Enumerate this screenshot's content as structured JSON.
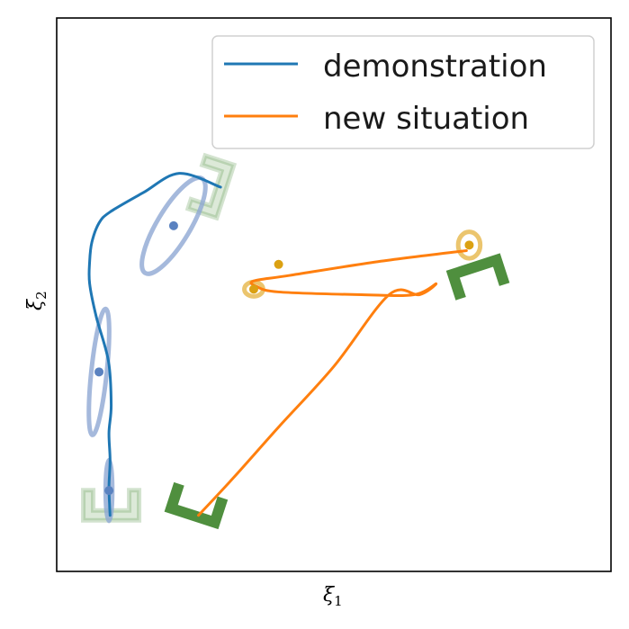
{
  "chart_data": {
    "type": "line",
    "title": "",
    "xlabel": {
      "symbol": "ξ",
      "subscript": "1"
    },
    "ylabel": {
      "symbol": "ξ",
      "subscript": "2"
    },
    "xlim": [
      0,
      10
    ],
    "ylim": [
      0,
      10
    ],
    "ticks": "none",
    "grid": false,
    "legend": {
      "position": "top-right",
      "entries": [
        {
          "label": "demonstration",
          "color": "#1f77b4"
        },
        {
          "label": "new situation",
          "color": "#ff7f0e"
        }
      ]
    },
    "series": [
      {
        "name": "demonstration",
        "color": "#1f77b4",
        "points": [
          [
            0.95,
            1.0
          ],
          [
            0.93,
            1.5
          ],
          [
            0.95,
            2.0
          ],
          [
            0.93,
            2.5
          ],
          [
            0.97,
            3.0
          ],
          [
            0.92,
            3.8
          ],
          [
            0.7,
            4.6
          ],
          [
            0.58,
            5.2
          ],
          [
            0.58,
            5.6
          ],
          [
            0.62,
            5.95
          ],
          [
            0.75,
            6.3
          ],
          [
            0.95,
            6.5
          ],
          [
            1.55,
            6.85
          ],
          [
            2.2,
            7.2
          ],
          [
            2.95,
            6.95
          ]
        ]
      },
      {
        "name": "new situation",
        "color": "#ff7f0e",
        "points": [
          [
            2.55,
            1.0
          ],
          [
            3.2,
            1.7
          ],
          [
            4.0,
            2.6
          ],
          [
            5.0,
            3.7
          ],
          [
            6.0,
            5.0
          ],
          [
            6.55,
            5.0
          ],
          [
            6.85,
            5.2
          ],
          [
            6.45,
            5.0
          ],
          [
            5.5,
            5.0
          ],
          [
            4.0,
            5.05
          ],
          [
            3.6,
            5.15
          ],
          [
            3.55,
            5.25
          ],
          [
            4.2,
            5.35
          ],
          [
            5.8,
            5.6
          ],
          [
            7.4,
            5.8
          ]
        ]
      }
    ],
    "waypoints": [
      {
        "series": "demonstration",
        "point": [
          0.93,
          1.45
        ],
        "ellipse": {
          "rx": 0.06,
          "ry": 0.55,
          "angle": -90
        }
      },
      {
        "series": "demonstration",
        "point": [
          0.75,
          3.6
        ],
        "ellipse": {
          "rx": 0.14,
          "ry": 1.15,
          "angle": -84
        }
      },
      {
        "series": "demonstration",
        "point": [
          2.1,
          6.25
        ],
        "ellipse": {
          "rx": 0.3,
          "ry": 1.0,
          "angle": -59
        }
      },
      {
        "series": "new situation",
        "point": [
          3.55,
          5.1
        ],
        "ellipse": {
          "rx": 0.13,
          "ry": 0.17,
          "angle": 0
        }
      },
      {
        "series": "new situation",
        "point": [
          4.0,
          5.55
        ],
        "ellipse": null
      },
      {
        "series": "new situation",
        "point": [
          7.45,
          5.9
        ],
        "ellipse": {
          "rx": 0.24,
          "ry": 0.2,
          "angle": 0
        }
      }
    ],
    "frames": [
      {
        "role": "demonstration-start",
        "center": [
          0.97,
          1.0
        ],
        "angle": 0,
        "faded": true
      },
      {
        "role": "demonstration-end",
        "center": [
          2.95,
          6.9
        ],
        "angle": -72,
        "faded": true
      },
      {
        "role": "new-start",
        "center": [
          2.45,
          1.0
        ],
        "angle": 18,
        "faded": false
      },
      {
        "role": "new-end",
        "center": [
          7.55,
          5.5
        ],
        "angle": 162,
        "faded": false
      }
    ],
    "frame_color": "#4f8f3e",
    "ellipse_colors": {
      "demonstration": "#8fa8d3",
      "new situation": "#e6b64a"
    },
    "waypoint_colors": {
      "demonstration": "#5a82c0",
      "new situation": "#dba112"
    }
  }
}
